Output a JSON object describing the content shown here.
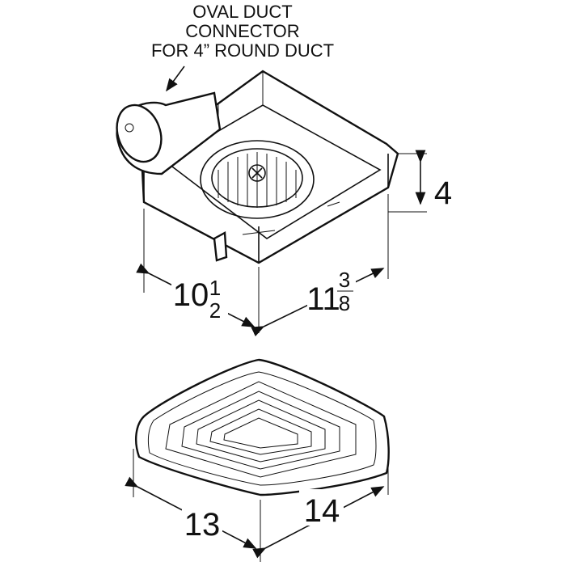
{
  "callout": {
    "lines": [
      "OVAL DUCT",
      "CONNECTOR",
      "FOR 4” ROUND DUCT"
    ]
  },
  "dimensions": {
    "height": "4",
    "housing_width": {
      "whole": "10",
      "num": "1",
      "den": "2"
    },
    "housing_length": {
      "whole": "11",
      "num": "3",
      "den": "8"
    },
    "grille_width": "13",
    "grille_length": "14"
  }
}
